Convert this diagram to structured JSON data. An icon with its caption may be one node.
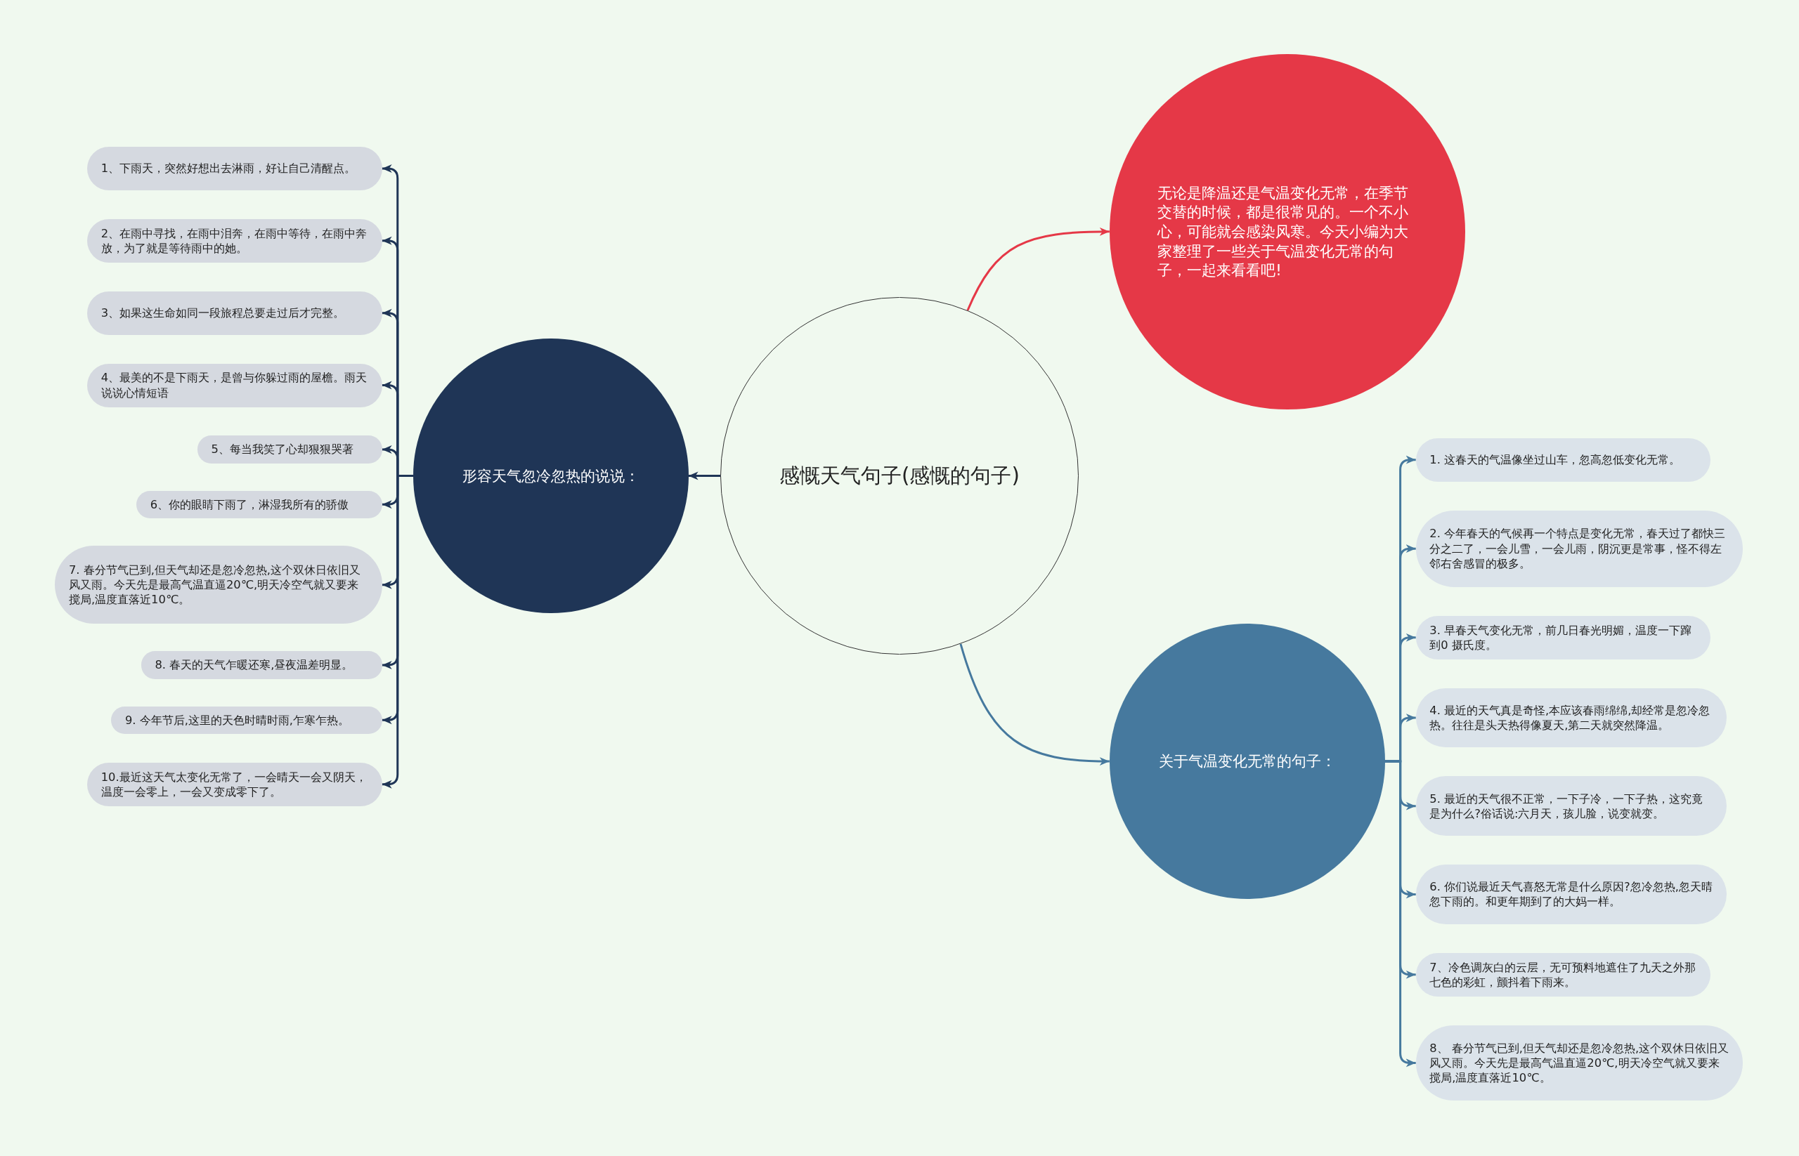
{
  "diagram": {
    "nodes": [
      {
        "text": [
          "感慨天气句子(感慨的句子)"
        ]
      },
      {
        "text": [
          "无论是降温还是气温变化无常，在季节交替的时候，都是很常见的。一个不小心，可能就会感染风寒。今天小编为大家整理了一些关于气温变化无常的句子，一起来看看吧!"
        ]
      },
      {
        "text": [
          "关于气温变化无常的句子："
        ]
      },
      {
        "text": [
          "形容天气忽冷忽热的说说："
        ]
      },
      {
        "text": [
          "1、下雨天，突然好想出去淋雨，好让自己清醒点。"
        ]
      },
      {
        "text": [
          "2、在雨中寻找，在雨中泪奔，在雨中等待，在雨中奔放，为了就是等待雨中的她。"
        ]
      },
      {
        "text": [
          "3、如果这生命如同一段旅程总要走过后才完整。"
        ]
      },
      {
        "text": [
          "4、最美的不是下雨天，是曾与你躲过雨的屋檐。雨天说说心情短语"
        ]
      },
      {
        "text": [
          "5、每当我笑了心却狠狠哭著"
        ]
      },
      {
        "text": [
          "6、你的眼睛下雨了，淋湿我所有的骄傲"
        ]
      },
      {
        "text": [
          "7. 春分节气已到,但天气却还是忽冷忽热,这个双休日依旧又风又雨。今天先是最高气温直逼20℃,明天冷空气就又要来搅局,温度直落近10℃。"
        ]
      },
      {
        "text": [
          "8. 春天的天气乍暖还寒,昼夜温差明显。"
        ]
      },
      {
        "text": [
          "9. 今年节后,这里的天色时晴时雨,乍寒乍热。"
        ]
      },
      {
        "text": [
          "10.最近这天气太变化无常了，一会晴天一会又阴天，温度一会零上，一会又变成零下了。"
        ]
      },
      {
        "text": [
          "1. 这春天的气温像坐过山车，忽高忽低变化无常。"
        ]
      },
      {
        "text": [
          "2. 今年春天的气候再一个特点是变化无常，春天过了都快三分之二了，一会儿雪，一会儿雨，阴沉更是常事，怪不得左邻右舍感冒的极多。"
        ]
      },
      {
        "text": [
          "3. 早春天气变化无常，前几日春光明媚，温度一下蹿到0 摄氏度。"
        ]
      },
      {
        "text": [
          "4. 最近的天气真是奇怪,本应该春雨绵绵,却经常是忽冷忽热。往往是头天热得像夏天,第二天就突然降温。"
        ]
      },
      {
        "text": [
          "5. 最近的天气很不正常，一下子冷，一下子热，这究竟是为什么?俗话说:六月天，孩儿脸，说变就变。"
        ]
      },
      {
        "text": [
          "6. 你们说最近天气喜怒无常是什么原因?忽冷忽热,忽天晴忽下雨的。和更年期到了的大妈一样。"
        ]
      },
      {
        "text": [
          "7、冷色调灰白的云层，无可预料地遮住了九天之外那七色的彩虹，颤抖着下雨来。"
        ]
      },
      {
        "text": [
          "8、 春分节气已到,但天气却还是忽冷忽热,这个双休日依旧又风又雨。今天先是最高气温直逼20℃,明天冷空气就又要来搅局,温度直落近10℃。"
        ]
      }
    ],
    "edges": [
      {
        "from": 0,
        "to": 1,
        "arrow": "to",
        "color": "#e53847"
      },
      {
        "from": 0,
        "to": 2,
        "arrow": "to",
        "color": "#46799e"
      },
      {
        "from": 0,
        "to": 3,
        "arrow": "to"
      },
      {
        "from": 3,
        "to": 4,
        "arrow": "to"
      },
      {
        "from": 3,
        "to": 5,
        "arrow": "to"
      },
      {
        "from": 3,
        "to": 6,
        "arrow": "to"
      },
      {
        "from": 3,
        "to": 7,
        "arrow": "to"
      },
      {
        "from": 3,
        "to": 8,
        "arrow": "to"
      },
      {
        "from": 3,
        "to": 9,
        "arrow": "to"
      },
      {
        "from": 3,
        "to": 10,
        "arrow": "to"
      },
      {
        "from": 3,
        "to": 11,
        "arrow": "to"
      },
      {
        "from": 3,
        "to": 12,
        "arrow": "to"
      },
      {
        "from": 3,
        "to": 13,
        "arrow": "to"
      },
      {
        "from": 2,
        "to": 14,
        "arrow": "to",
        "color": "#46799e"
      },
      {
        "from": 2,
        "to": 15,
        "arrow": "to",
        "color": "#46799e"
      },
      {
        "from": 2,
        "to": 16,
        "arrow": "to",
        "color": "#46799e"
      },
      {
        "from": 2,
        "to": 17,
        "arrow": "to",
        "color": "#46799e"
      },
      {
        "from": 2,
        "to": 18,
        "arrow": "to",
        "color": "#46799e"
      },
      {
        "from": 2,
        "to": 19,
        "arrow": "to",
        "color": "#46799e"
      },
      {
        "from": 2,
        "to": 20,
        "arrow": "to",
        "color": "#46799e"
      },
      {
        "from": 2,
        "to": 21,
        "arrow": "to",
        "color": "#46799e"
      }
    ]
  }
}
